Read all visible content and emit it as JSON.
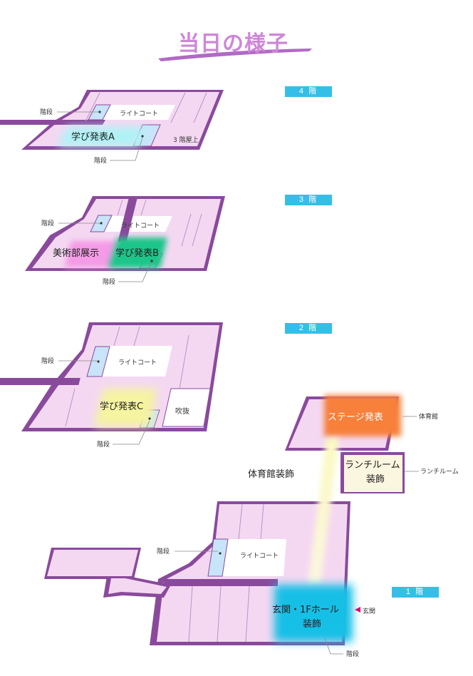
{
  "page_title": "当日の様子",
  "floors": {
    "f4": {
      "label": "4 階"
    },
    "f3": {
      "label": "3 階"
    },
    "f2": {
      "label": "2 階"
    },
    "f1": {
      "label": "1 階"
    }
  },
  "callouts": {
    "stairs": "階段",
    "light_court": "ライトコート",
    "roof_3f": "3 階屋上",
    "atrium": "吹抜",
    "gym": "体育館",
    "lunch_room": "ランチルーム",
    "entrance": "玄関"
  },
  "areas": {
    "gakubi_a": "学び発表A",
    "bijutsu": "美術部展示",
    "gakubi_b": "学び発表B",
    "gakubi_c": "学び発表C",
    "stage": "ステージ発表",
    "gym_decor": "体育館装飾",
    "lunch_line1": "ランチルーム",
    "lunch_line2": "装飾",
    "entrance_line1": "玄関・1Fホール",
    "entrance_line2": "装飾"
  },
  "colors": {
    "floor_fill": "#f4d8f2",
    "floor_stroke": "#7b3c8c",
    "wall": "#8a4a9c",
    "badge": "#35bfe7",
    "highlight_a": "#aef3f6",
    "highlight_bijutsu": "#f59ae6",
    "highlight_b": "#1fc58a",
    "highlight_c": "#f5f4a0",
    "highlight_stage": "#f7803a",
    "highlight_entrance": "#16bfe6"
  }
}
